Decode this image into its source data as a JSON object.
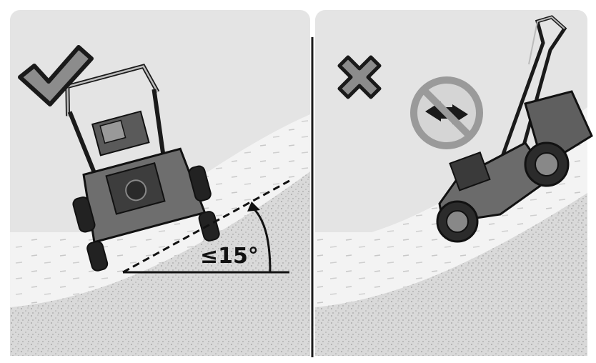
{
  "angle_label": "≤15°",
  "left_panel": {
    "status": "correct",
    "status_icon": "check-icon"
  },
  "right_panel": {
    "status": "incorrect",
    "status_icon": "cross-icon",
    "prohibition_icon": "no-travel-across-slope-icon"
  },
  "colors": {
    "background": "#e6e6e6",
    "slope_light": "#f0f0f0",
    "soil": "#d7d7d7",
    "ink": "#1a1a1a",
    "icon_gray": "#8c8c8c",
    "prohibit_gray": "#9a9a9a"
  }
}
